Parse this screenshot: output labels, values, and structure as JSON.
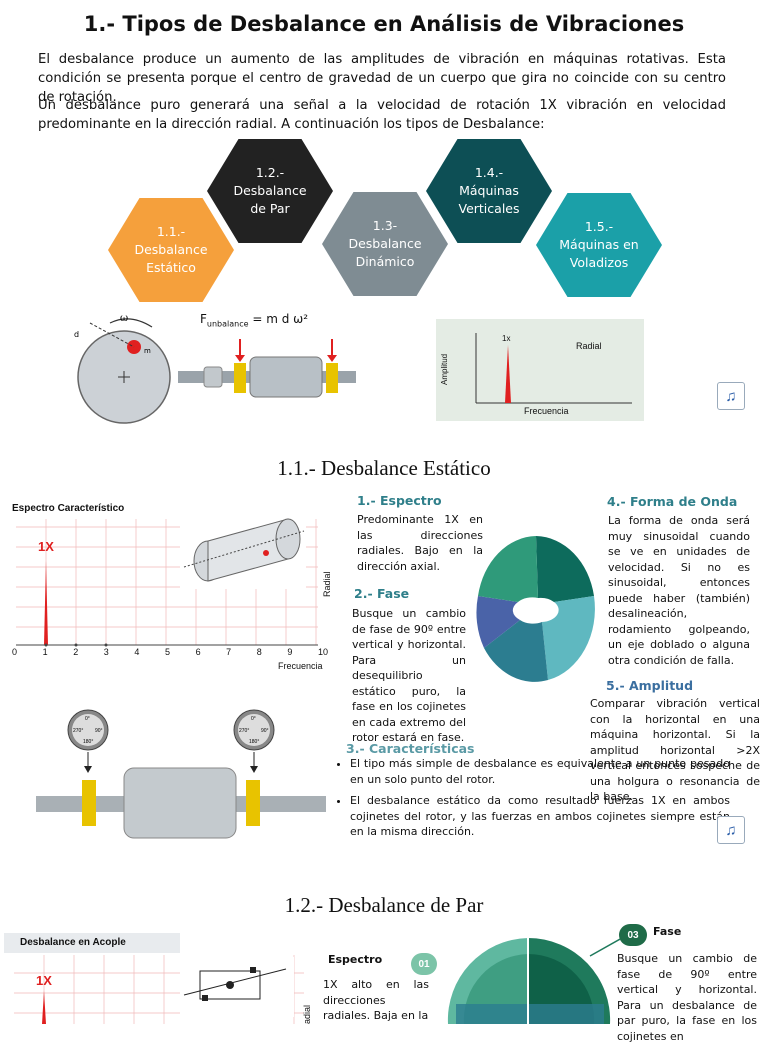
{
  "title": "1.- Tipos de Desbalance en Análisis de Vibraciones",
  "intro": {
    "p1": "El desbalance produce un aumento de las amplitudes de vibración en máquinas rotativas. Esta condición se presenta porque el centro de gravedad de un cuerpo que gira no coincide con su centro de rotación.",
    "p2": "Un desbalance puro generará una señal a la velocidad de rotación 1X vibración en velocidad predominante en la dirección radial. A continuación los tipos de Desbalance:"
  },
  "hexagons": [
    {
      "label": "1.1.- Desbalance Estático",
      "color": "#f5a03c"
    },
    {
      "label": "1.2.- Desbalance de Par",
      "color": "#222222"
    },
    {
      "label": "1.3- Desbalance Dinámico",
      "color": "#7f8c93"
    },
    {
      "label": "1.4.- Máquinas Verticales",
      "color": "#0d4f55"
    },
    {
      "label": "1.5.- Máquinas en Voladizos",
      "color": "#1ba0a8"
    }
  ],
  "figure1": {
    "formula_f": "F",
    "formula_sub": "unbalance",
    "formula_rest": "= m d ω²",
    "omega": "ω",
    "d": "d",
    "m": "m"
  },
  "radial_chart": {
    "peak": "1x",
    "label": "Radial",
    "ylabel": "Amplitud",
    "xlabel": "Frecuencia"
  },
  "section1": {
    "heading": "1.1.- Desbalance Estático",
    "chart_title": "Espectro Característico",
    "peak_label": "1X",
    "axis_ticks": [
      "0",
      "1",
      "2",
      "3",
      "4",
      "5",
      "6",
      "7",
      "8",
      "9",
      "10"
    ],
    "xlabel": "Frecuencia",
    "ylabel": "Radial",
    "espectro_title": "1.- Espectro",
    "espectro_text": "Predominante 1X en las direcciones radiales. Bajo en la dirección axial.",
    "fase_title": "2.- Fase",
    "fase_text": "Busque un cambio de fase de 90º entre vertical y horizontal. Para un desequilibrio estático puro, la fase en los cojinetes en cada extremo del rotor estará en fase.",
    "onda_title": "4.- Forma de Onda",
    "onda_text": "La forma de onda será muy sinusoidal cuando se ve en unidades de velocidad. Si no es sinusoidal, entonces puede haber (también) desalineación, rodamiento golpeando, un eje doblado o alguna otra condición de falla.",
    "amplitud_title": "5.- Amplitud",
    "amplitud_text": "Comparar vibración vertical con la horizontal en una máquina horizontal. Si la amplitud horizontal >2X vertical entonces sospeche de una holgura o resonancia de la base.",
    "carac_title": "3.- Características",
    "carac_items": [
      "El tipo más simple de desbalance es equivalente a un punto pesado en un solo punto del rotor.",
      "El desbalance estático da como resultado fuerzas 1X en ambos cojinetes del rotor, y las fuerzas en ambos cojinetes siempre están en la misma dirección."
    ],
    "dial_left": [
      "0°",
      "270°",
      "90°",
      "180°"
    ],
    "dial_right": [
      "0°",
      "270°",
      "90°",
      "180°"
    ]
  },
  "section2": {
    "heading": "1.2.- Desbalance de Par",
    "chart_title": "Desbalance en Acople",
    "peak_label": "1X",
    "ylabel": "adial",
    "espectro_title": "Espectro",
    "espectro_text": "1X alto en las direcciones radiales. Baja en la",
    "badge1": "01",
    "badge3": "03",
    "fase_title": "Fase",
    "fase_text": "Busque un cambio de fase de 90º entre vertical y horizontal. Para un desbalance de par puro, la fase en los cojinetes en"
  },
  "colors": {
    "teal": "#2f7f8a",
    "blue": "#3b6fa0",
    "red": "#e02020"
  }
}
